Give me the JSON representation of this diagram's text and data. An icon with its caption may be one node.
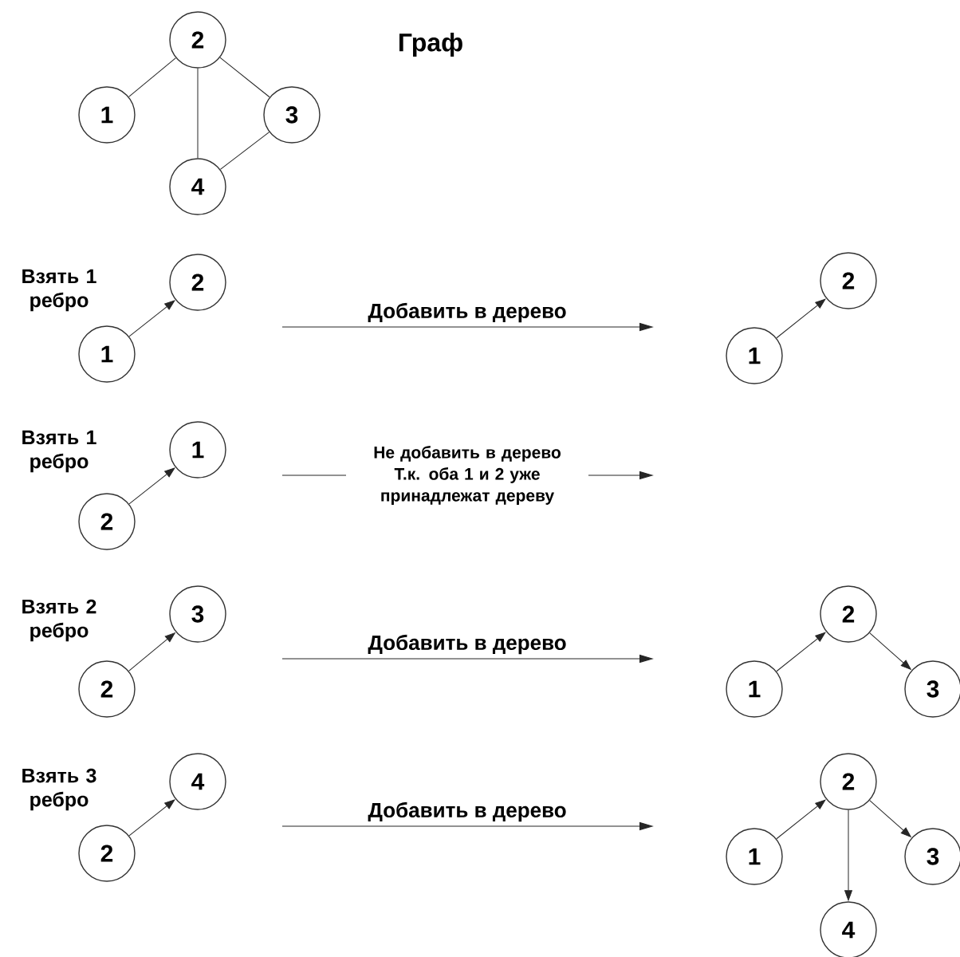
{
  "diagram": {
    "title": "Граф",
    "nodes": [
      {
        "text": [
          "2"
        ]
      },
      {
        "text": [
          "1"
        ]
      },
      {
        "text": [
          "3"
        ]
      },
      {
        "text": [
          "4"
        ]
      },
      {
        "text": [
          "2"
        ]
      },
      {
        "text": [
          "1"
        ]
      },
      {
        "text": [
          "2"
        ]
      },
      {
        "text": [
          "1"
        ]
      },
      {
        "text": [
          "1"
        ]
      },
      {
        "text": [
          "2"
        ]
      },
      {
        "text": [
          "3"
        ]
      },
      {
        "text": [
          "2"
        ]
      },
      {
        "text": [
          "2"
        ]
      },
      {
        "text": [
          "1"
        ]
      },
      {
        "text": [
          "3"
        ]
      },
      {
        "text": [
          "4"
        ]
      },
      {
        "text": [
          "2"
        ]
      },
      {
        "text": [
          "2"
        ]
      },
      {
        "text": [
          "1"
        ]
      },
      {
        "text": [
          "3"
        ]
      },
      {
        "text": [
          "4"
        ]
      }
    ],
    "edges": [
      {
        "from": 0,
        "to": 1,
        "arrow": "none"
      },
      {
        "from": 0,
        "to": 2,
        "arrow": "none"
      },
      {
        "from": 0,
        "to": 3,
        "arrow": "none"
      },
      {
        "from": 3,
        "to": 2,
        "arrow": "none"
      },
      {
        "from": 5,
        "to": 4,
        "arrow": "to"
      },
      {
        "from": 7,
        "to": 6,
        "arrow": "to"
      },
      {
        "from": 9,
        "to": 8,
        "arrow": "to"
      },
      {
        "from": 11,
        "to": 10,
        "arrow": "to"
      },
      {
        "from": 13,
        "to": 12,
        "arrow": "to"
      },
      {
        "from": 12,
        "to": 14,
        "arrow": "to"
      },
      {
        "from": 16,
        "to": 15,
        "arrow": "to"
      },
      {
        "from": 18,
        "to": 17,
        "arrow": "to"
      },
      {
        "from": 17,
        "to": 19,
        "arrow": "to"
      },
      {
        "from": 17,
        "to": 20,
        "arrow": "to"
      }
    ],
    "labels": [
      "Взять 1 ребро",
      "Добавить в дерево",
      "Взять 1 ребро",
      "Не добавить в дерево Т.к. оба 1 и 2 уже принадлежат дереву",
      "Взять 2 ребро",
      "Добавить в дерево",
      "Взять 3 ребро",
      "Добавить в дерево"
    ]
  }
}
